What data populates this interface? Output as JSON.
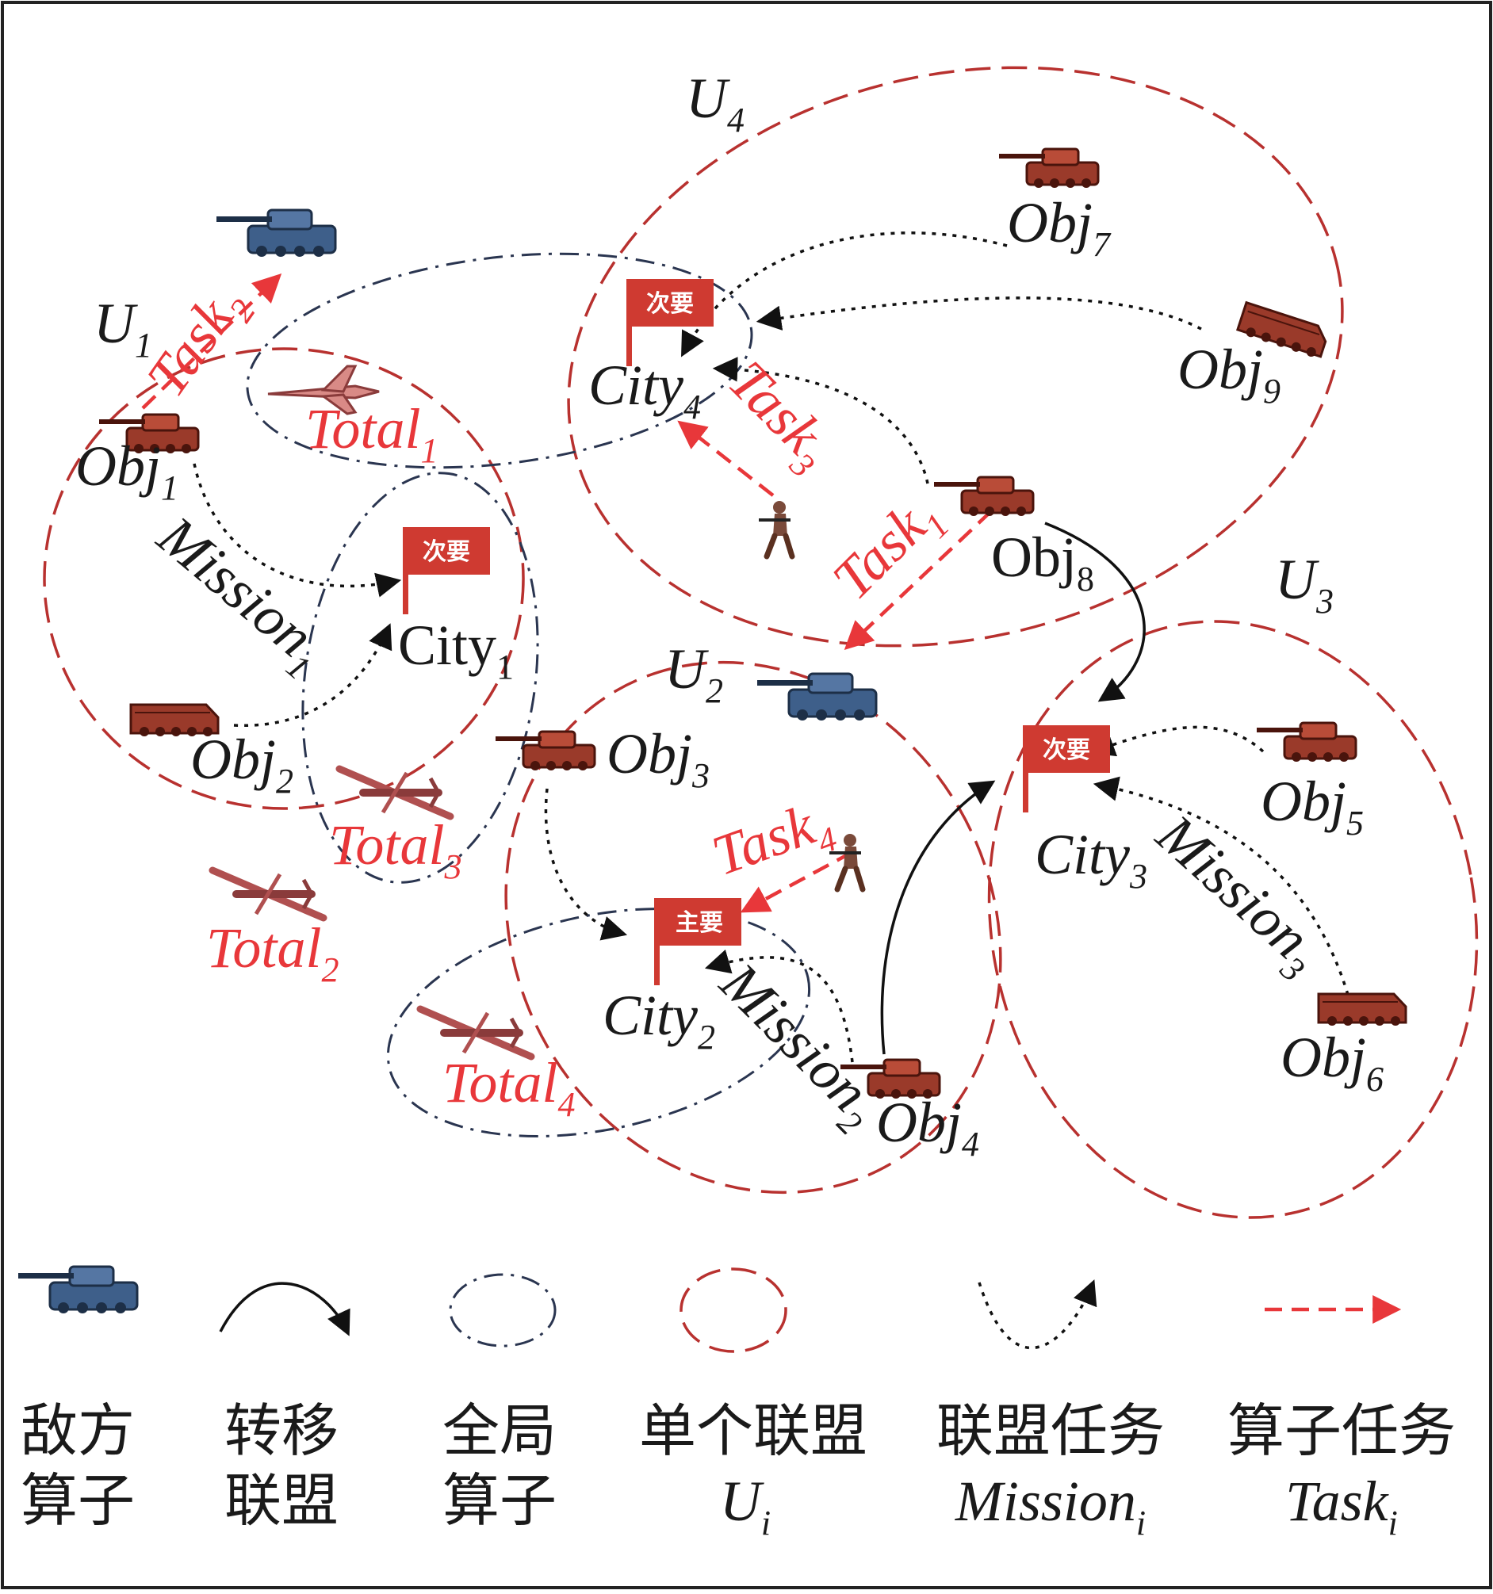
{
  "coalitions": [
    {
      "id": "U1",
      "base": "U",
      "sub": "1"
    },
    {
      "id": "U2",
      "base": "U",
      "sub": "2"
    },
    {
      "id": "U3",
      "base": "U",
      "sub": "3"
    },
    {
      "id": "U4",
      "base": "U",
      "sub": "4"
    }
  ],
  "objects": [
    {
      "id": "obj1",
      "base": "Obj",
      "sub": "1"
    },
    {
      "id": "obj2",
      "base": "Obj",
      "sub": "2"
    },
    {
      "id": "obj3",
      "base": "Obj",
      "sub": "3"
    },
    {
      "id": "obj4",
      "base": "Obj",
      "sub": "4"
    },
    {
      "id": "obj5",
      "base": "Obj",
      "sub": "5"
    },
    {
      "id": "obj6",
      "base": "Obj",
      "sub": "6"
    },
    {
      "id": "obj7",
      "base": "Obj",
      "sub": "7"
    },
    {
      "id": "obj8",
      "base": "Obj",
      "sub": "8"
    },
    {
      "id": "obj9",
      "base": "Obj",
      "sub": "9"
    }
  ],
  "cities": [
    {
      "id": "city1",
      "base": "City",
      "sub": "1",
      "flag": "次要"
    },
    {
      "id": "city2",
      "base": "City",
      "sub": "2",
      "flag": "主要"
    },
    {
      "id": "city3",
      "base": "City",
      "sub": "3",
      "flag": "次要"
    },
    {
      "id": "city4",
      "base": "City",
      "sub": "4",
      "flag": "次要"
    }
  ],
  "totals": [
    {
      "id": "total1",
      "base": "Total",
      "sub": "1"
    },
    {
      "id": "total2",
      "base": "Total",
      "sub": "2"
    },
    {
      "id": "total3",
      "base": "Total",
      "sub": "3"
    },
    {
      "id": "total4",
      "base": "Total",
      "sub": "4"
    }
  ],
  "tasks": [
    {
      "id": "task1",
      "base": "Task",
      "sub": "1"
    },
    {
      "id": "task2",
      "base": "Task",
      "sub": "2"
    },
    {
      "id": "task3",
      "base": "Task",
      "sub": "3"
    },
    {
      "id": "task4",
      "base": "Task",
      "sub": "4"
    }
  ],
  "missions": [
    {
      "id": "mission1",
      "base": "Mission",
      "sub": "1"
    },
    {
      "id": "mission2",
      "base": "Mission",
      "sub": "2"
    },
    {
      "id": "mission3",
      "base": "Mission",
      "sub": "3"
    }
  ],
  "legend": [
    {
      "id": "enemy",
      "line1": "敌方",
      "line2": "算子",
      "line3": "",
      "sym": ""
    },
    {
      "id": "transfer",
      "line1": "转移",
      "line2": "联盟",
      "line3": "",
      "sym": ""
    },
    {
      "id": "global",
      "line1": "全局",
      "line2": "算子",
      "line3": "",
      "sym": ""
    },
    {
      "id": "single",
      "line1": "单个联盟",
      "line2": "",
      "line3": "U",
      "sym": "i"
    },
    {
      "id": "mission",
      "line1": "联盟任务",
      "line2": "",
      "line3": "Mission",
      "sym": "i"
    },
    {
      "id": "task",
      "line1": "算子任务",
      "line2": "",
      "line3": "Task",
      "sym": "i"
    }
  ],
  "colors": {
    "coalition_dash": "#b8312f",
    "global_dashdot": "#2a3550",
    "task_red": "#e8373a",
    "flag_red": "#cf3a31",
    "enemy_blue": "#3e5f8a",
    "own_tank": "#9a3a2a",
    "aircraft": "#b05050"
  }
}
